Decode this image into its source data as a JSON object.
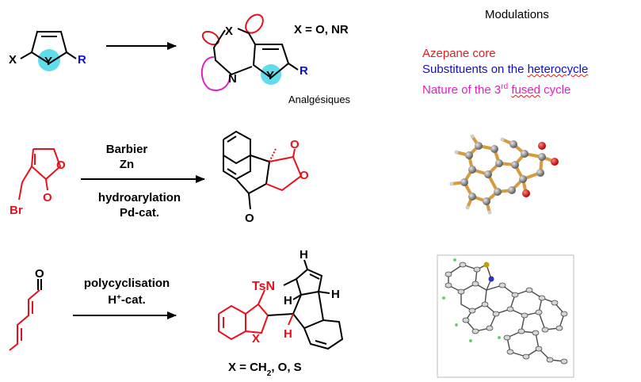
{
  "row1": {
    "reactant": {
      "x": "X",
      "y": "Y",
      "r": "R"
    },
    "product": {
      "x": "X",
      "n": "N",
      "y": "Y",
      "r": "R"
    },
    "condition": "X = O, NR",
    "note": "Analgésiques"
  },
  "modulations": {
    "title": "Modulations",
    "items": [
      {
        "text": "Azepane core",
        "color": "#e02020"
      },
      {
        "pre": "Substituents on the ",
        "u": "heterocycle",
        "color": "#1010c0"
      },
      {
        "pre": "Nature of the 3",
        "sup": "rd",
        "mid": " ",
        "u": "fused",
        "post": " cycle",
        "color": "#e020c0"
      }
    ]
  },
  "row2": {
    "reactant": {
      "o1": "O",
      "o2": "O",
      "br": "Br"
    },
    "conditions_top": [
      "Barbier",
      "Zn"
    ],
    "conditions_bottom": [
      "hydroarylation",
      "Pd-cat."
    ],
    "product": {
      "o1": "O",
      "o2": "O",
      "o3": "O"
    }
  },
  "row3": {
    "reactant": {
      "o": "O"
    },
    "conditions": [
      "polycyclisation",
      "H+-cat."
    ],
    "product": {
      "ts": "TsN",
      "h1": "H",
      "h2": "H",
      "h3": "H",
      "h4": "H",
      "x": "X"
    },
    "footer": "X = CH2, O, S"
  },
  "colors": {
    "red": "#e8101a",
    "blue": "#1010d0",
    "magenta": "#e020c0",
    "cyan": "#4fd8e8",
    "carbon": "#d89a3a"
  }
}
